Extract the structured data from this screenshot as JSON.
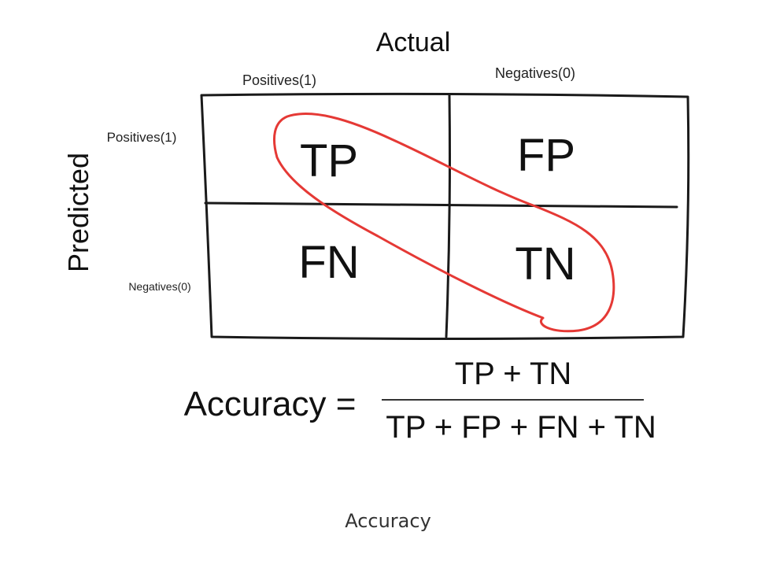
{
  "diagram": {
    "actual_label": "Actual",
    "predicted_label": "Predicted",
    "col_positive": "Positives(1)",
    "col_negative": "Negatives(0)",
    "row_positive": "Positives(1)",
    "row_negative": "Negatives(0)",
    "cells": {
      "tp": "TP",
      "fp": "FP",
      "fn": "FN",
      "tn": "TN"
    },
    "highlight_color": "#e53935",
    "formula": {
      "lhs": "Accuracy =",
      "numerator": "TP + TN",
      "denominator": "TP + FP + FN + TN"
    }
  },
  "caption": "Accuracy"
}
